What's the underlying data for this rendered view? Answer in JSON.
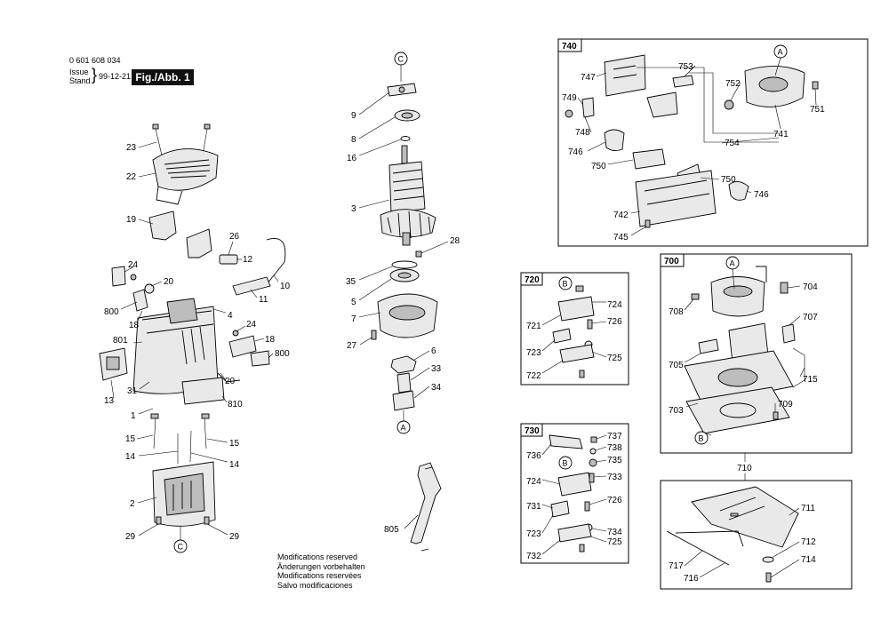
{
  "header": {
    "part_number": "0 601 608 034",
    "issue_label": "Issue",
    "stand_label": "Stand",
    "date": "99-12-21",
    "figure": "Fig./Abb. 1"
  },
  "modifications": [
    "Modifications reserved",
    "Änderungen vorbehalten",
    "Modifications reservées",
    "Salvo modificaciones"
  ],
  "groups": {
    "g740": "740",
    "g720": "720",
    "g730": "730",
    "g700": "700",
    "g710": "710"
  },
  "callouts": {
    "A": "A",
    "B": "B",
    "C": "C"
  },
  "labels": {
    "l23": "23",
    "l22": "22",
    "l19": "19",
    "l26": "26",
    "l12": "12",
    "l10": "10",
    "l24a": "24",
    "l20a": "20",
    "l800a": "800",
    "l18a": "18",
    "l11": "11",
    "l4": "4",
    "l801": "801",
    "l24b": "24",
    "l18b": "18",
    "l800b": "800",
    "l13": "13",
    "l31": "31",
    "l20b": "20",
    "l810": "810",
    "l1": "1",
    "l15a": "15",
    "l15b": "15",
    "l14a": "14",
    "l14b": "14",
    "l2": "2",
    "l29a": "29",
    "l29b": "29",
    "l9": "9",
    "l8": "8",
    "l16": "16",
    "l3": "3",
    "l28": "28",
    "l35": "35",
    "l5": "5",
    "l7": "7",
    "l27": "27",
    "l6": "6",
    "l33": "33",
    "l34": "34",
    "l805": "805",
    "l747": "747",
    "l753": "753",
    "l752": "752",
    "l751": "751",
    "l749": "749",
    "l748": "748",
    "l746a": "746",
    "l750a": "750",
    "l754": "754",
    "l741": "741",
    "l750b": "750",
    "l746b": "746",
    "l742": "742",
    "l745": "745",
    "l724a": "724",
    "l721": "721",
    "l726a": "726",
    "l723a": "723",
    "l725a": "725",
    "l722": "722",
    "l737": "737",
    "l738": "738",
    "l736": "736",
    "l735": "735",
    "l724b": "724",
    "l733": "733",
    "l726b": "726",
    "l731": "731",
    "l723b": "723",
    "l734": "734",
    "l725b": "725",
    "l732": "732",
    "l708": "708",
    "l704": "704",
    "l707": "707",
    "l705": "705",
    "l715": "715",
    "l703": "703",
    "l709": "709",
    "l711": "711",
    "l712": "712",
    "l717": "717",
    "l714": "714",
    "l716": "716"
  }
}
